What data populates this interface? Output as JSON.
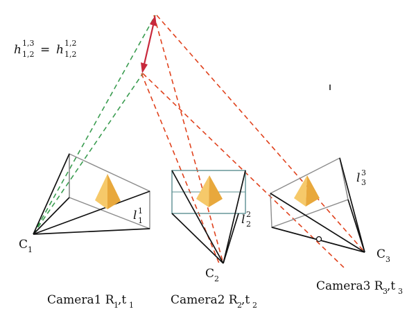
{
  "equation": {
    "lhs_base": "h",
    "lhs_sup": "1,3",
    "lhs_sub": "1,2",
    "equals": "=",
    "rhs_base": "h",
    "rhs_sup": "1,2",
    "rhs_sub": "1,2"
  },
  "cameras": [
    {
      "center_label": "C",
      "center_sub": "1",
      "line_base": "l",
      "line_sup": "1",
      "line_sub": "1",
      "caption": "Camera1 R",
      "caption_sub1": "1",
      "caption_mid": ",t",
      "caption_sub2": "1"
    },
    {
      "center_label": "C",
      "center_sub": "2",
      "line_base": "l",
      "line_sup": "2",
      "line_sub": "2",
      "caption": "Camera2 R",
      "caption_sub1": "2",
      "caption_mid": ",t",
      "caption_sub2": "2"
    },
    {
      "center_label": "C",
      "center_sub": "3",
      "line_base": "l",
      "line_sup": "3",
      "line_sub": "3",
      "caption": "Camera3 R",
      "caption_sub1": "3",
      "caption_mid": ",t",
      "caption_sub2": "3"
    }
  ],
  "colors": {
    "green_ray": "#3a9c50",
    "red_ray": "#e0421d",
    "arrow": "#c8283c",
    "frame": "#8c8c8c",
    "camera2_frame": "#5b8f92",
    "pyramid_light": "#f6c96a",
    "pyramid_dark": "#e8a83c"
  }
}
